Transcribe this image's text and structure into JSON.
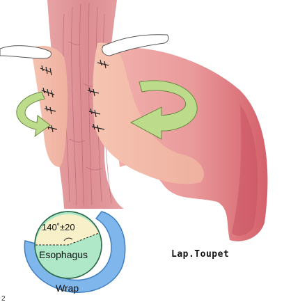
{
  "figure": {
    "title": "Lap.Toupet",
    "angle_label": "140˚±20",
    "esophagus_label": "Esophagus",
    "wrap_label": "Wrap",
    "corner_mark": "2"
  },
  "colors": {
    "stomach": "#e58f90",
    "stomach_dark": "#cf5d68",
    "esophagus": "#d98f92",
    "wrap_flap": "#f3b7a6",
    "arrow": "#b9d98a",
    "diagram_wrap": "#7fb6ec",
    "diagram_esophagus": "#aee8c8",
    "diagram_angle": "#f8f0c8"
  },
  "icons": [
    "left-rotation-arrow-icon",
    "right-rotation-arrow-icon",
    "retractor-icon",
    "suture-icon"
  ]
}
